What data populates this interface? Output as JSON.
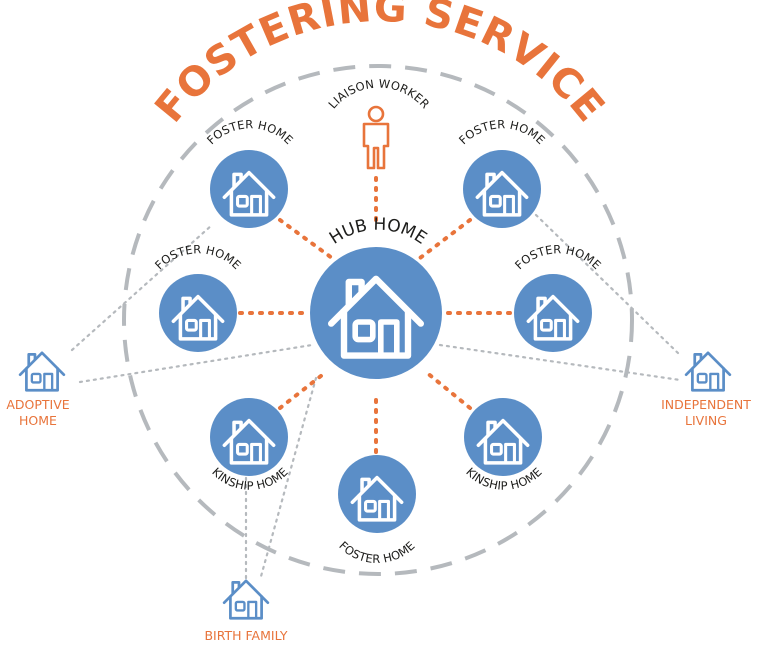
{
  "title": "FOSTERING SERVICE",
  "liaison": {
    "label": "LIAISON WORKER",
    "icon": "person-icon"
  },
  "hub": {
    "label": "HUB HOME",
    "icon": "house-icon"
  },
  "satellites": [
    {
      "id": "foster-top-left",
      "label": "FOSTER HOME",
      "icon": "house-icon"
    },
    {
      "id": "foster-top-right",
      "label": "FOSTER HOME",
      "icon": "house-icon"
    },
    {
      "id": "foster-left",
      "label": "FOSTER HOME",
      "icon": "house-icon"
    },
    {
      "id": "foster-right",
      "label": "FOSTER HOME",
      "icon": "house-icon"
    },
    {
      "id": "kinship-bottom-left",
      "label": "KINSHIP HOME",
      "icon": "house-icon"
    },
    {
      "id": "kinship-bottom-right",
      "label": "KINSHIP HOME",
      "icon": "house-icon"
    },
    {
      "id": "foster-bottom",
      "label": "FOSTER HOME",
      "icon": "house-icon"
    }
  ],
  "external": {
    "adoptive": {
      "label_lines": [
        "ADOPTIVE",
        "HOME"
      ],
      "icon": "house-outline-icon"
    },
    "independent": {
      "label_lines": [
        "INDEPENDENT",
        "LIVING"
      ],
      "icon": "house-outline-icon"
    },
    "birth": {
      "label": "BIRTH FAMILY",
      "icon": "house-outline-icon"
    }
  },
  "colors": {
    "orange": "#e8743b",
    "blue": "#5b8ec7",
    "gray": "#b5b9bd",
    "dark": "#1d1d1b"
  }
}
